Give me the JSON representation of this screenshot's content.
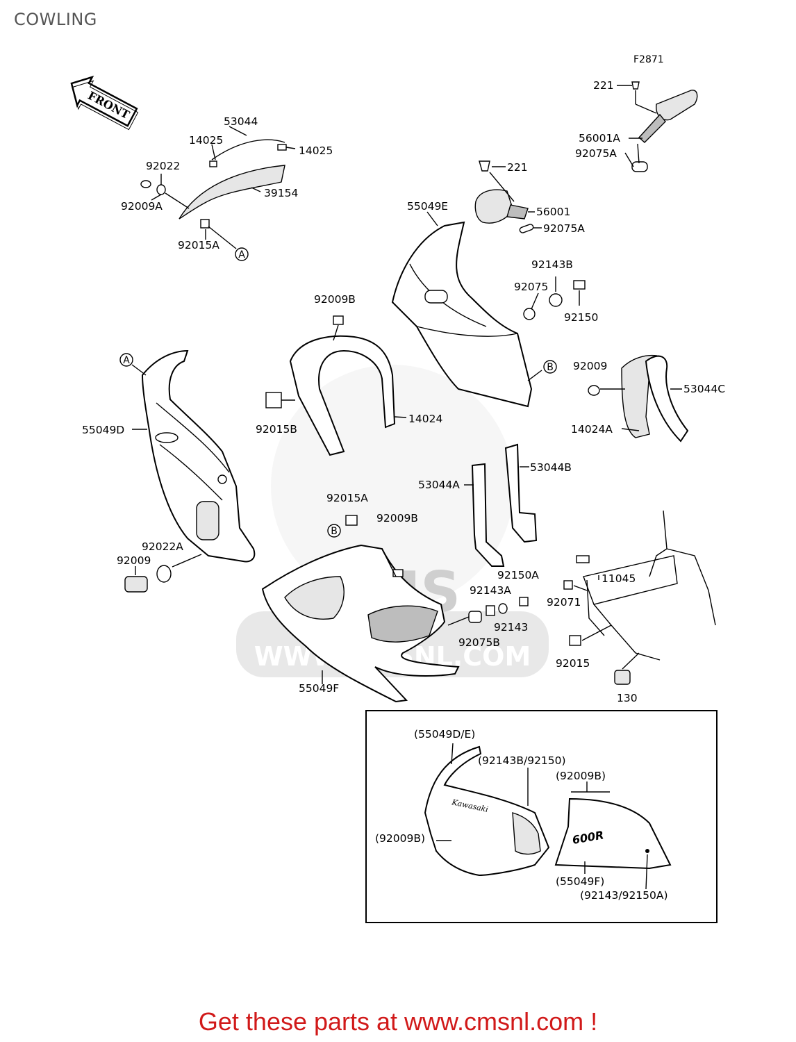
{
  "header": {
    "title": "COWLING"
  },
  "figure": {
    "code": "F2871",
    "front_label": "FRONT"
  },
  "watermark": {
    "text": "WWW.CMSNL.COM",
    "logo": "CMS"
  },
  "labels": {
    "l53044": "53044",
    "l14025a": "14025",
    "l14025b": "14025",
    "l92022": "92022",
    "l39154": "39154",
    "l92009A": "92009A",
    "l92015A_top": "92015A",
    "l221_top": "221",
    "l56001A": "56001A",
    "l92075A_top": "92075A",
    "l221_mid": "221",
    "l56001": "56001",
    "l92075A_mid": "92075A",
    "l55049E": "55049E",
    "l92143B": "92143B",
    "l92075": "92075",
    "l92150": "92150",
    "l92009B": "92009B",
    "l92015B": "92015B",
    "l14024": "14024",
    "l92009_right": "92009",
    "l53044C": "53044C",
    "l14024A": "14024A",
    "l55049D": "55049D",
    "l92022A": "92022A",
    "l92009_left": "92009",
    "l53044A": "53044A",
    "l53044B": "53044B",
    "l92015A_mid": "92015A",
    "l92009B_mid": "92009B",
    "l92150A": "92150A",
    "l92143A": "92143A",
    "l92143": "92143",
    "l92075B": "92075B",
    "l55049F": "55049F",
    "l11045": "11045",
    "l92071": "92071",
    "l92015": "92015",
    "l130": "130"
  },
  "markers": {
    "A": "A",
    "B": "B"
  },
  "inset": {
    "l_55049DE": "(55049D/E)",
    "l_92143B_92150": "(92143B/92150)",
    "l_92009B_right": "(92009B)",
    "l_92009B_left": "(92009B)",
    "l_55049F": "(55049F)",
    "l_92143_92150A": "(92143/92150A)",
    "decal_brand": "Kawasaki",
    "decal_model": "600R"
  },
  "footer": {
    "cta": "Get these parts at www.cmsnl.com !"
  }
}
